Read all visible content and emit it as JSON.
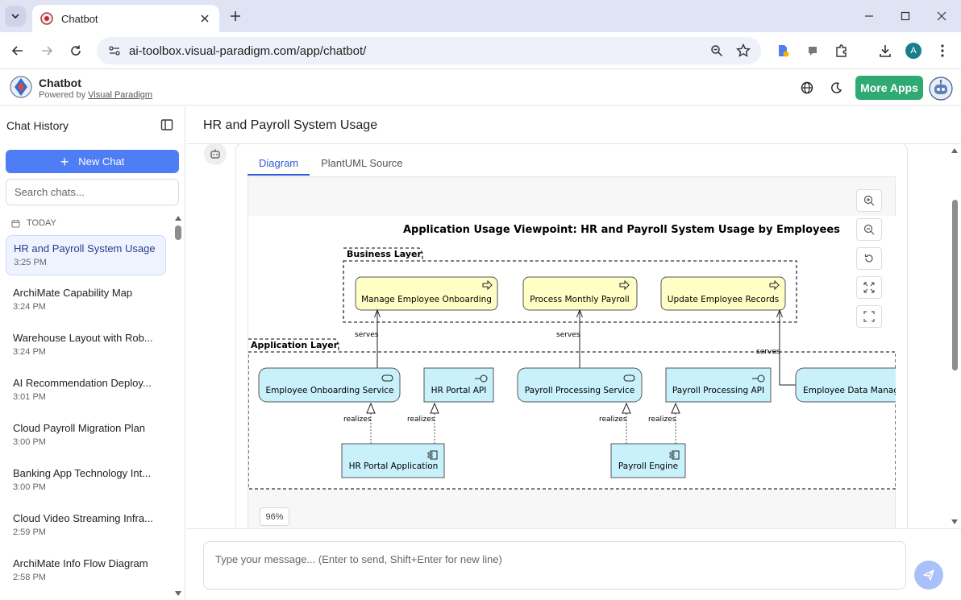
{
  "browser": {
    "tab_title": "Chatbot",
    "url": "ai-toolbox.visual-paradigm.com/app/chatbot/",
    "profile_initial": "A"
  },
  "app": {
    "name": "Chatbot",
    "powered_by": "Powered by",
    "powered_by_link": "Visual Paradigm",
    "more_apps": "More Apps"
  },
  "sidebar": {
    "title": "Chat History",
    "new_chat": "New Chat",
    "search_placeholder": "Search chats...",
    "group_label": "TODAY",
    "items": [
      {
        "title": "HR and Payroll System Usage",
        "time": "3:25 PM",
        "active": true
      },
      {
        "title": "ArchiMate Capability Map",
        "time": "3:24 PM"
      },
      {
        "title": "Warehouse Layout with Rob...",
        "time": "3:24 PM"
      },
      {
        "title": "AI Recommendation Deploy...",
        "time": "3:01 PM"
      },
      {
        "title": "Cloud Payroll Migration Plan",
        "time": "3:00 PM"
      },
      {
        "title": "Banking App Technology Int...",
        "time": "3:00 PM"
      },
      {
        "title": "Cloud Video Streaming Infra...",
        "time": "2:59 PM"
      },
      {
        "title": "ArchiMate Info Flow Diagram",
        "time": "2:58 PM"
      }
    ]
  },
  "main": {
    "title": "HR and Payroll System Usage",
    "tabs": [
      {
        "label": "Diagram",
        "active": true
      },
      {
        "label": "PlantUML Source"
      }
    ],
    "zoom_level": "96%",
    "composer_placeholder": "Type your message... (Enter to send, Shift+Enter for new line)"
  },
  "diagram": {
    "title": "Application Usage Viewpoint: HR and Payroll System Usage by Employees",
    "business_layer_label": "Business Layer",
    "application_layer_label": "Application Layer",
    "business_processes": [
      "Manage Employee Onboarding",
      "Process Monthly Payroll",
      "Update Employee Records"
    ],
    "application_services": [
      "Employee Onboarding Service",
      "HR Portal API",
      "Payroll Processing Service",
      "Payroll Processing API",
      "Employee Data Manag"
    ],
    "application_components": [
      "HR Portal Application",
      "Payroll Engine"
    ],
    "serves_label": "serves",
    "realizes_label": "realizes"
  },
  "colors": {
    "primary": "#4f7df6",
    "more_apps": "#2faa72",
    "business_fill": "#ffffc5",
    "application_fill": "#c8f1fb"
  }
}
